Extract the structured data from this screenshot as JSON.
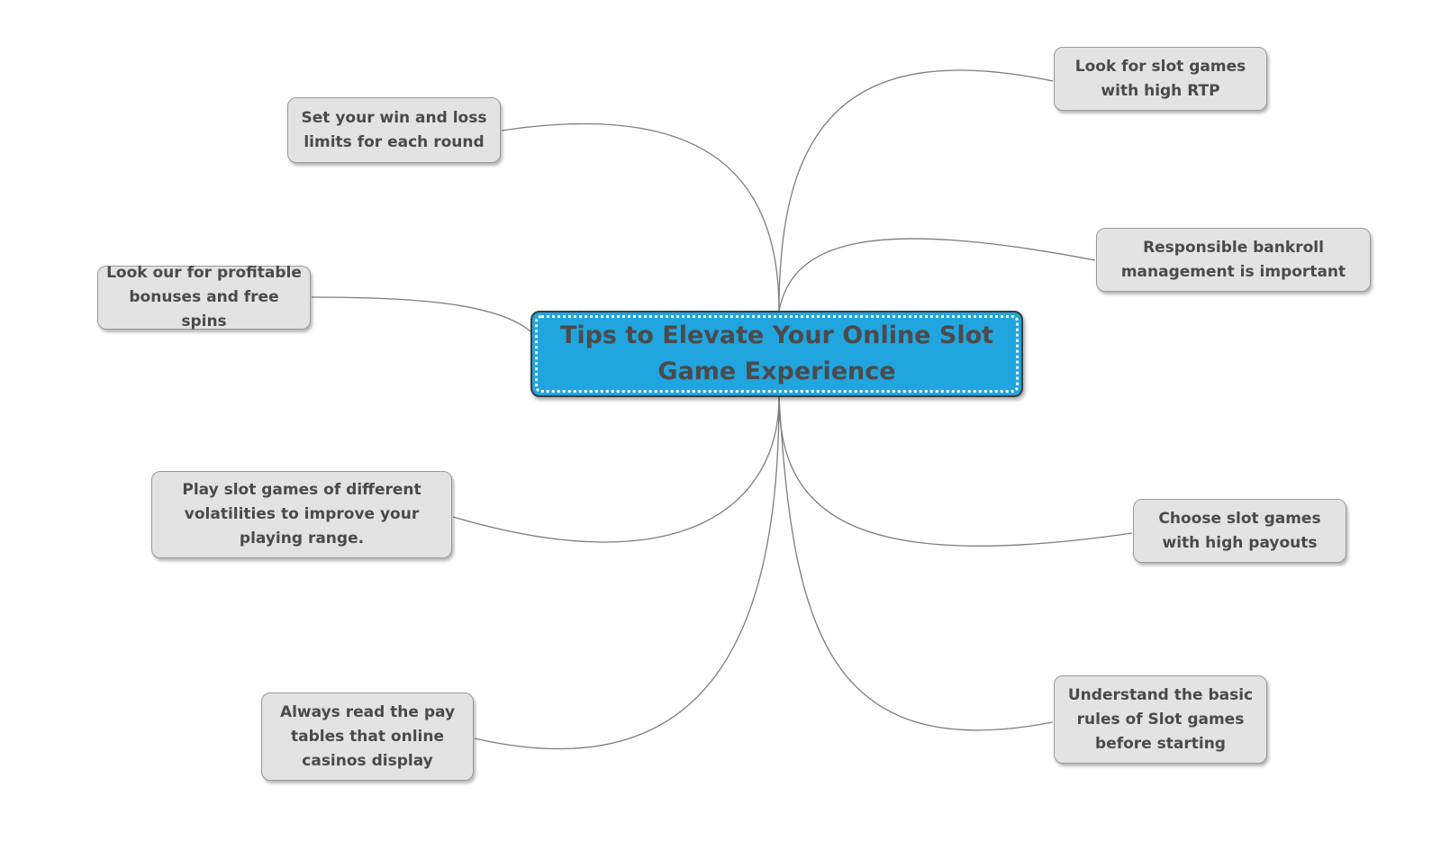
{
  "central_topic": {
    "title": "Tips to Elevate Your Online Slot Game Experience",
    "fill_color": "#21a5df",
    "border_style": "white dotted inner border"
  },
  "subtopics": [
    {
      "id": "win-loss-limits",
      "side": "left",
      "text": "Set your win and loss limits for each round"
    },
    {
      "id": "bonuses",
      "side": "left",
      "text": "Look our for profitable bonuses and free spins"
    },
    {
      "id": "volatilities",
      "side": "left",
      "text": "Play slot games of different volatilities to improve your playing range."
    },
    {
      "id": "pay-tables",
      "side": "left",
      "text": "Always read the pay tables that online casinos display"
    },
    {
      "id": "high-rtp",
      "side": "right",
      "text": "Look for slot games with high RTP"
    },
    {
      "id": "bankroll",
      "side": "right",
      "text": "Responsible bankroll management is important"
    },
    {
      "id": "high-payouts",
      "side": "right",
      "text": "Choose slot games with high payouts"
    },
    {
      "id": "basic-rules",
      "side": "right",
      "text": "Understand the basic rules of Slot games before starting"
    }
  ],
  "colors": {
    "node_fill": "#e3e3e3",
    "node_border": "#9a9a9a",
    "node_text": "#4a4a4a",
    "connector": "#7d7d7d"
  }
}
